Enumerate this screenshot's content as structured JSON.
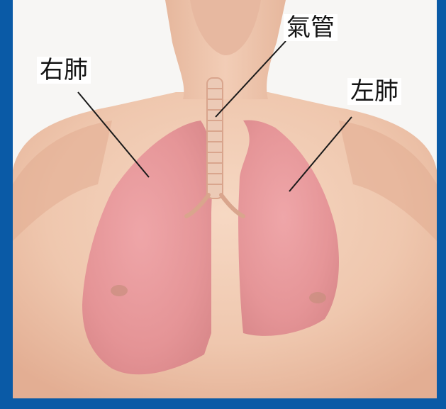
{
  "labels": {
    "trachea": "氣管",
    "right_lung": "右肺",
    "left_lung": "左肺"
  },
  "colors": {
    "frame": "#0a5aa6",
    "skin": "#efc7ae",
    "lung": "#e8959a",
    "leader_line": "#1a1a1a",
    "label_text": "#141414"
  }
}
